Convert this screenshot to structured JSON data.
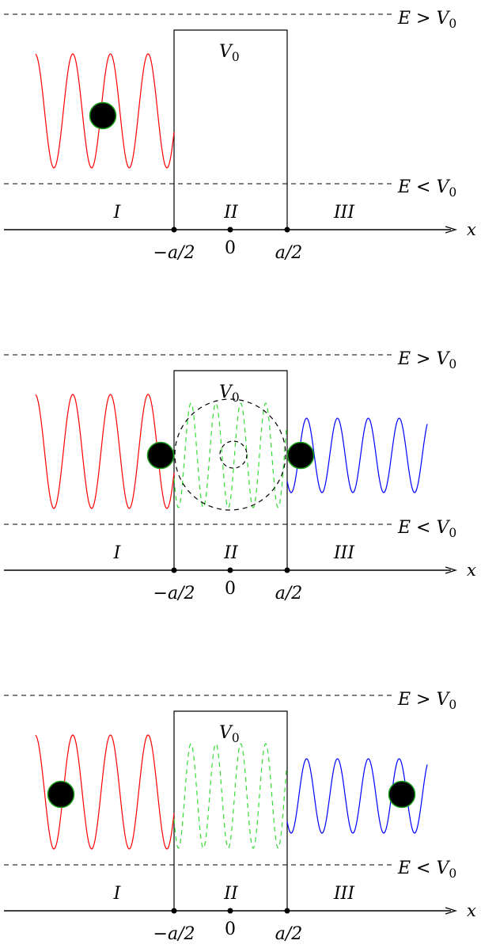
{
  "labels": {
    "energy_above": "E > V",
    "energy_below": "E < V",
    "energy_sub": "0",
    "barrier": "V",
    "barrier_sub": "0",
    "region_1": "I",
    "region_2": "II",
    "region_3": "III",
    "axis_x": "x",
    "left_edge": "−a/2",
    "origin": "0",
    "right_edge": "a/2"
  },
  "panels": [
    {
      "stage": 1,
      "particles": [
        "region I"
      ],
      "region_II_wave": "none",
      "region_III_wave": "none",
      "tunneling_circle": false
    },
    {
      "stage": 2,
      "particles": [
        "barrier left edge",
        "barrier right edge"
      ],
      "region_II_wave": "dashed",
      "region_III_wave": "solid",
      "tunneling_circle": true
    },
    {
      "stage": 3,
      "particles": [
        "region I",
        "region III"
      ],
      "region_II_wave": "dashed",
      "region_III_wave": "solid",
      "tunneling_circle": false
    }
  ],
  "colors": {
    "incident_wave": "#ff0000",
    "barrier_wave": "#33dd33",
    "transmitted_wave": "#0000ff",
    "particle_fill": "#000000",
    "particle_outline": "#1a9e1a",
    "lines": "#000000"
  }
}
